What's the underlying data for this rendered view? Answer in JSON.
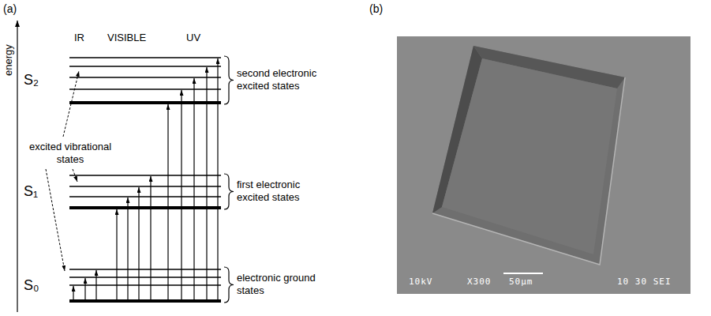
{
  "diagram": {
    "labels": [
      "(a)",
      "(b)",
      "energy",
      "IR",
      "VISIBLE",
      "UV",
      "S₂",
      "excited vibrational states",
      "S₁",
      "S₀",
      "second electronic excited states",
      "first electronic excited states",
      "electronic ground states",
      "10kV",
      "X300",
      "50μm",
      "10 30 SEI"
    ]
  }
}
